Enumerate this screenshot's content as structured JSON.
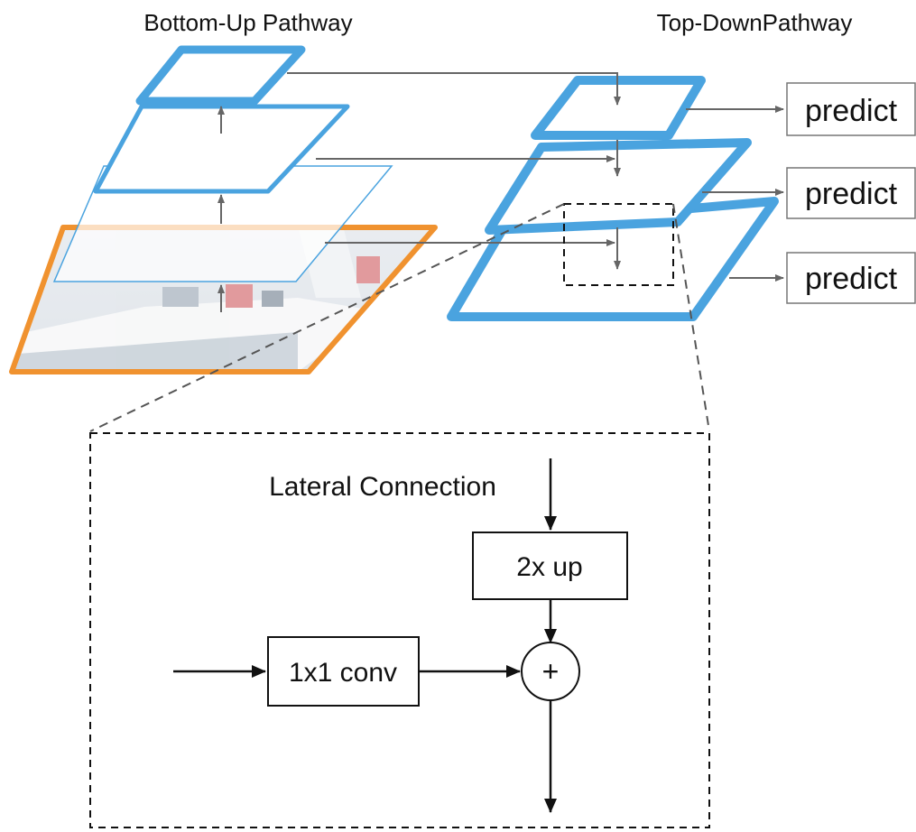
{
  "headings": {
    "bottom_up": "Bottom-Up Pathway",
    "top_down": "Top-DownPathway"
  },
  "predict_labels": [
    "predict",
    "predict",
    "predict"
  ],
  "detail": {
    "title": "Lateral Connection",
    "upsample_label": "2x up",
    "conv_label": "1x1 conv",
    "sum_symbol": "+"
  },
  "colors": {
    "pyramid_blue": "#4aa3df",
    "image_border_orange": "#f0922f",
    "arrow_gray": "#666666",
    "dash_gray": "#555555",
    "black": "#111111"
  }
}
